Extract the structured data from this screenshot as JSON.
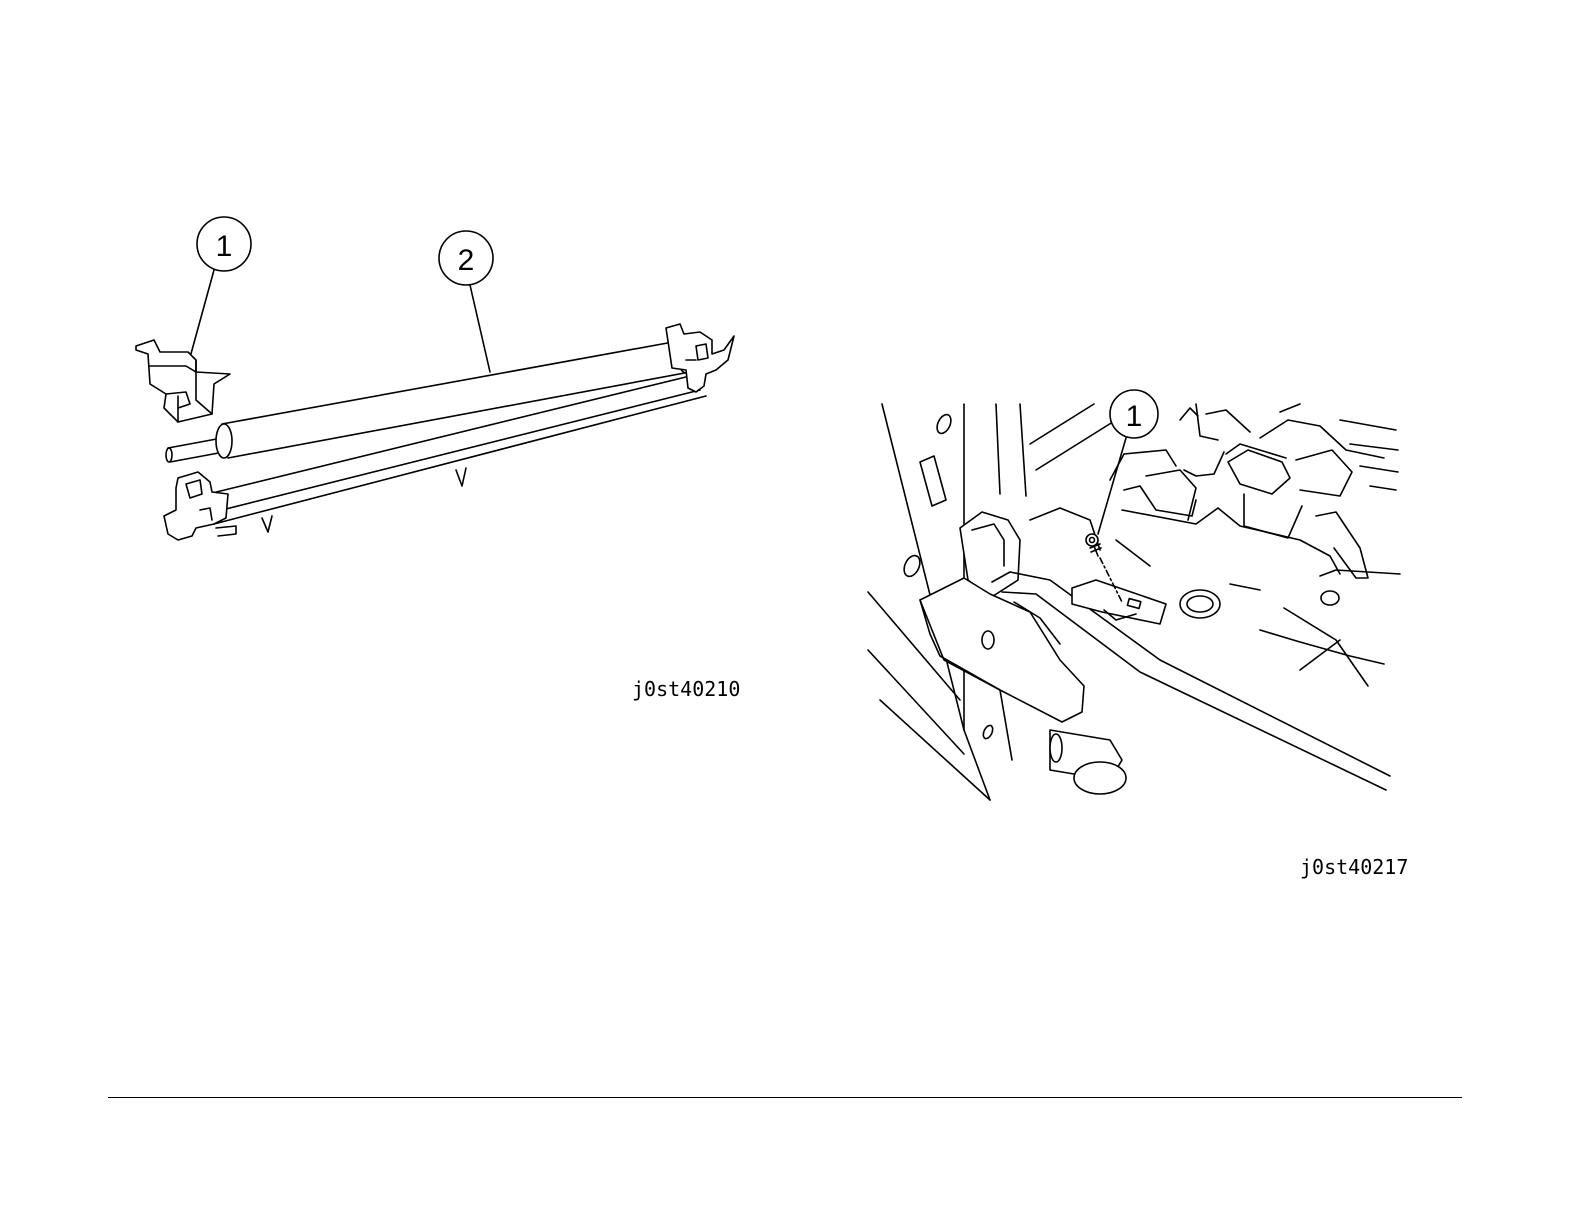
{
  "figure_left": {
    "code": "j0st40210",
    "callouts": [
      {
        "label": "1"
      },
      {
        "label": "2"
      }
    ]
  },
  "figure_right": {
    "code": "j0st40217",
    "callouts": [
      {
        "label": "1"
      }
    ]
  },
  "colors": {
    "line": "#000000",
    "background": "#ffffff"
  }
}
